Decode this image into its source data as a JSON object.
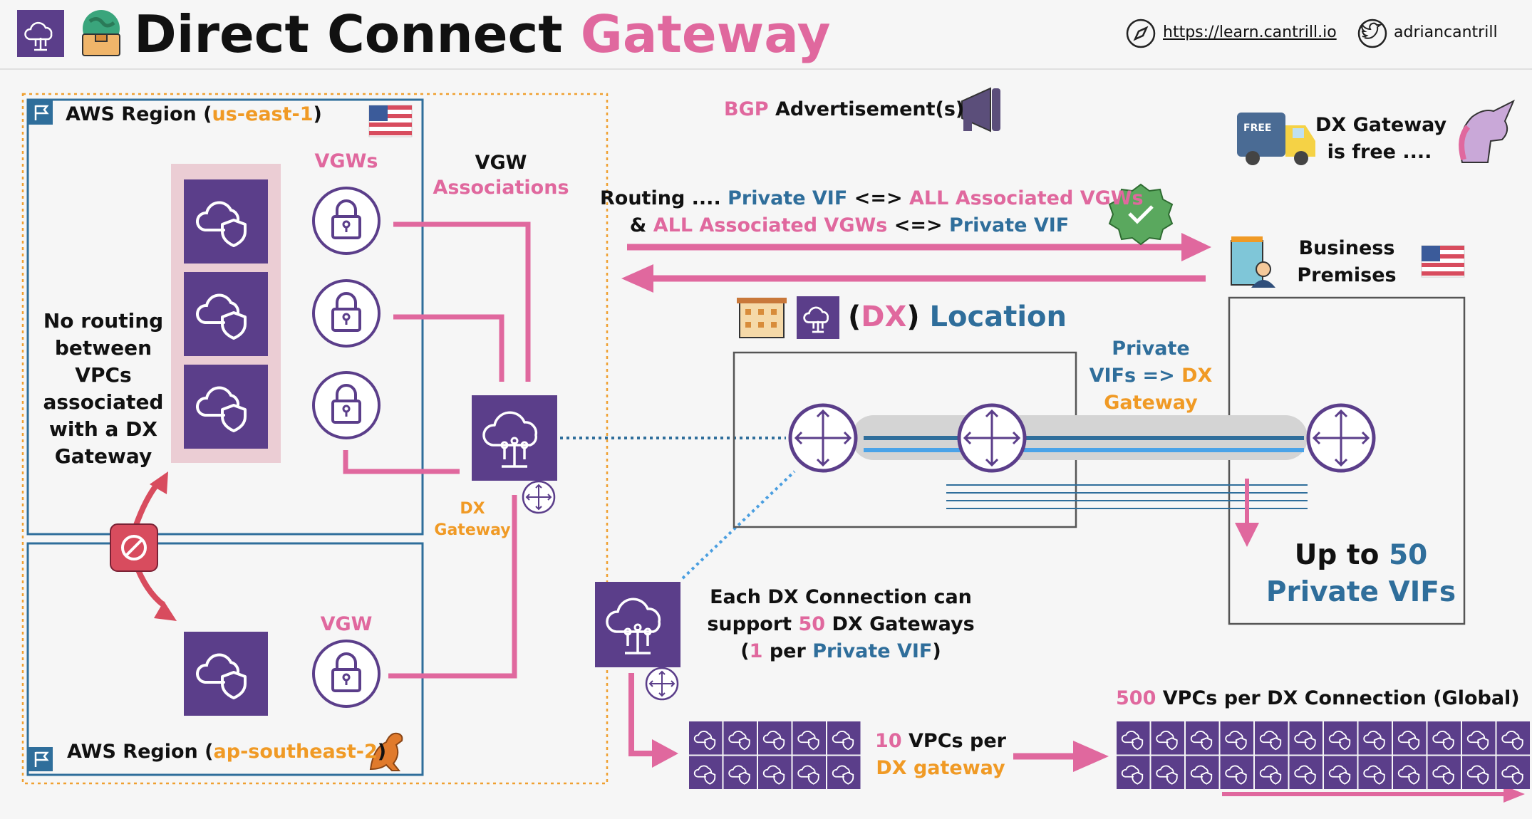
{
  "title": {
    "part1": "Direct Connect",
    "part2": "Gateway"
  },
  "header": {
    "url": "https://learn.cantrill.io",
    "twitter": "adriancantrill"
  },
  "region1": {
    "label_pre": "AWS Region (",
    "code": "us-east-1",
    "label_post": ")"
  },
  "region2": {
    "label_pre": "AWS Region (",
    "code": "ap-southeast-2",
    "label_post": ")"
  },
  "vgws_label": "VGWs",
  "vgw_label": "VGW",
  "vgw_assoc": {
    "line1": "VGW",
    "line2": "Associations"
  },
  "no_routing": {
    "l1": "No routing",
    "l2": "between",
    "l3": "VPCs",
    "l4": "associated",
    "l5": "with a DX",
    "l6": "Gateway"
  },
  "dxgw_label": {
    "l1": "DX",
    "l2": "Gateway"
  },
  "bgp": {
    "pre": "BGP",
    "post": "Advertisement(s)"
  },
  "routing": {
    "r1a": "Routing ....",
    "r1b": "Private VIF",
    "r1c": "<=>",
    "r1d": "ALL Associated VGWs",
    "r2a": "&",
    "r2b": "ALL Associated VGWs",
    "r2c": "<=>",
    "r2d": "Private VIF"
  },
  "free": {
    "badge": "FREE",
    "l1": "DX Gateway",
    "l2": "is free ...."
  },
  "business": {
    "l1": "Business",
    "l2": "Premises"
  },
  "location": {
    "open": "(",
    "dx": "DX",
    "close": ")",
    "word": "Location"
  },
  "private_vifs": {
    "l1": "Private",
    "l2a": "VIFs",
    "l2b": "=>",
    "l2c": "DX",
    "l3": "Gateway"
  },
  "upto": {
    "pre": "Up to",
    "num": "50",
    "l2": "Private VIFs"
  },
  "each_dx": {
    "l1": "Each DX Connection can",
    "l2a": "support",
    "l2b": "50",
    "l2c": "DX Gateways",
    "l3a": "(",
    "l3b": "1",
    "l3c": "per",
    "l3d": "Private VIF",
    "l3e": ")"
  },
  "vpcs10": {
    "num": "10",
    "l1": "VPCs per",
    "l2": "DX gateway"
  },
  "vpcs500": {
    "num": "500",
    "text": "VPCs per DX Connection (Global)"
  },
  "colors": {
    "purple": "#5b3e8a",
    "pink": "#e0689e",
    "blue": "#2f6e9b",
    "orange": "#f09a25",
    "red": "#d84c5e"
  }
}
